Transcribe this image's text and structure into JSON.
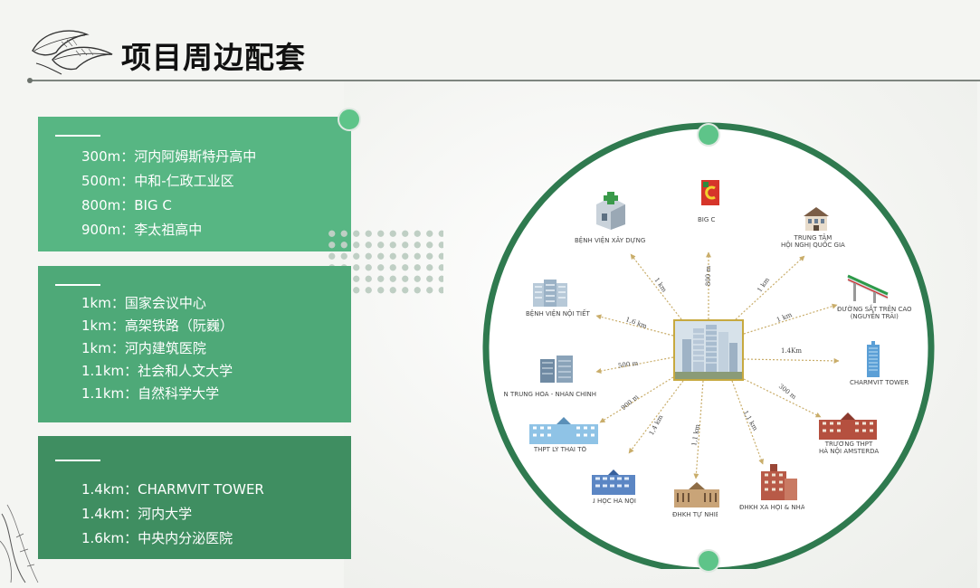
{
  "title": "项目周边配套",
  "colors": {
    "green_light": "#57b683",
    "green_mid": "#4ea978",
    "green_dark": "#3f8e61",
    "ring": "#2f7a4f",
    "arrow": "#c9ad6a"
  },
  "panels": [
    {
      "items": [
        "300m：河内阿姆斯特丹高中",
        "500m：中和-仁政工业区",
        "800m：BIG C",
        "900m：李太祖高中"
      ]
    },
    {
      "items": [
        "1km：国家会议中心",
        "1km：高架铁路（阮巍）",
        "1km：河内建筑医院",
        "1.1km：社会和人文大学",
        "1.1km：自然科学大学"
      ]
    },
    {
      "items": [
        "1.4km：CHARMVIT TOWER",
        "1.4km：河内大学",
        "1.6km：中央内分泌医院"
      ]
    }
  ],
  "diagram": {
    "nodes": [
      {
        "id": "bigc",
        "label": "BIG C",
        "distance": "800 m",
        "icon": "bigc-logo-icon"
      },
      {
        "id": "trungtam",
        "label": "TRUNG TÂM\nHỘI NGHỊ QUỐC GIA",
        "distance": "1 km",
        "icon": "convention-center-icon"
      },
      {
        "id": "duongsat",
        "label": "ĐƯỜNG SẮT TRÊN CAO\n(NGUYỄN TRÃI)",
        "distance": "1 km",
        "icon": "metro-train-icon"
      },
      {
        "id": "charmvit",
        "label": "CHARMVIT TOWER",
        "distance": "1.4Km",
        "icon": "tower-icon"
      },
      {
        "id": "amsterdam",
        "label": "TRƯỜNG THPT\nHÀ NỘI AMSTERDAM",
        "distance": "300 m",
        "icon": "school-building-icon"
      },
      {
        "id": "xahoi",
        "label": "ĐHKH XÃ HỘI & NHÂ",
        "distance": "1,1 km",
        "icon": "university-building-icon"
      },
      {
        "id": "tunhien",
        "label": "ĐHKH TỰ NHIÊN",
        "distance": "1,1 km",
        "icon": "science-university-icon"
      },
      {
        "id": "hanoi",
        "label": "ĐẠI HỌC HÀ NỘI",
        "distance": "1,4 km",
        "icon": "hanoi-university-icon"
      },
      {
        "id": "lythaito",
        "label": "THPT LÝ THÁI TỔ",
        "distance": "900 m",
        "icon": "highschool-icon"
      },
      {
        "id": "trunghoa",
        "label": "KCN TRUNG HÒA - NHÂN CHÍNH",
        "distance": "500 m",
        "icon": "office-buildings-icon"
      },
      {
        "id": "noitiet",
        "label": "BỆNH VIỆN NỘI TIẾT",
        "distance": "1,6 km",
        "icon": "hospital-icon"
      },
      {
        "id": "xaydung",
        "label": "BỆNH VIỆN XÂY DỰNG",
        "distance": "1 km",
        "icon": "hospital-cross-icon"
      }
    ]
  }
}
